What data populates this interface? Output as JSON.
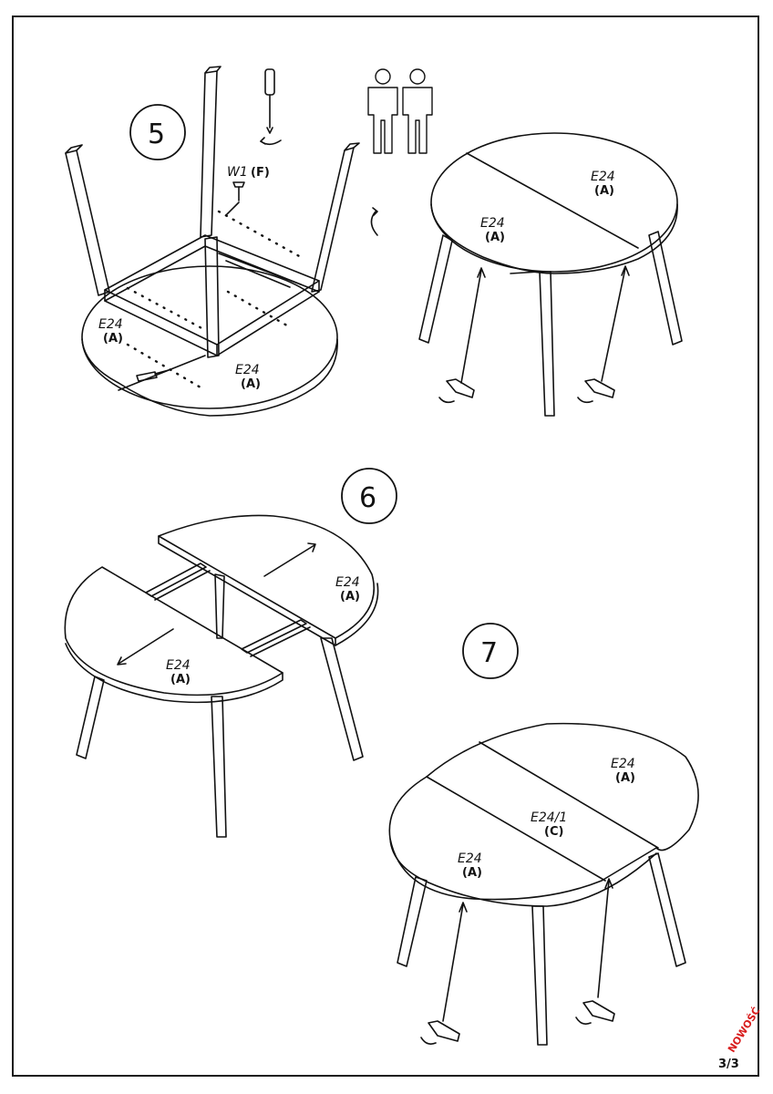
{
  "steps": [
    {
      "number": "5"
    },
    {
      "number": "6"
    },
    {
      "number": "7"
    }
  ],
  "labels": {
    "part_e24": "E24",
    "part_e24_1": "E24/1",
    "code_a": "(A)",
    "code_c": "(C)",
    "screw": "W1",
    "screw_code": "(F)"
  },
  "footer": {
    "page": "3/3",
    "brand": "NOWOŚĆ"
  },
  "icons": [
    "screwdriver-icon",
    "two-person-icon",
    "rotate-arrow-icon"
  ],
  "colors": {
    "line": "#111111",
    "brand": "#d81e1e"
  }
}
